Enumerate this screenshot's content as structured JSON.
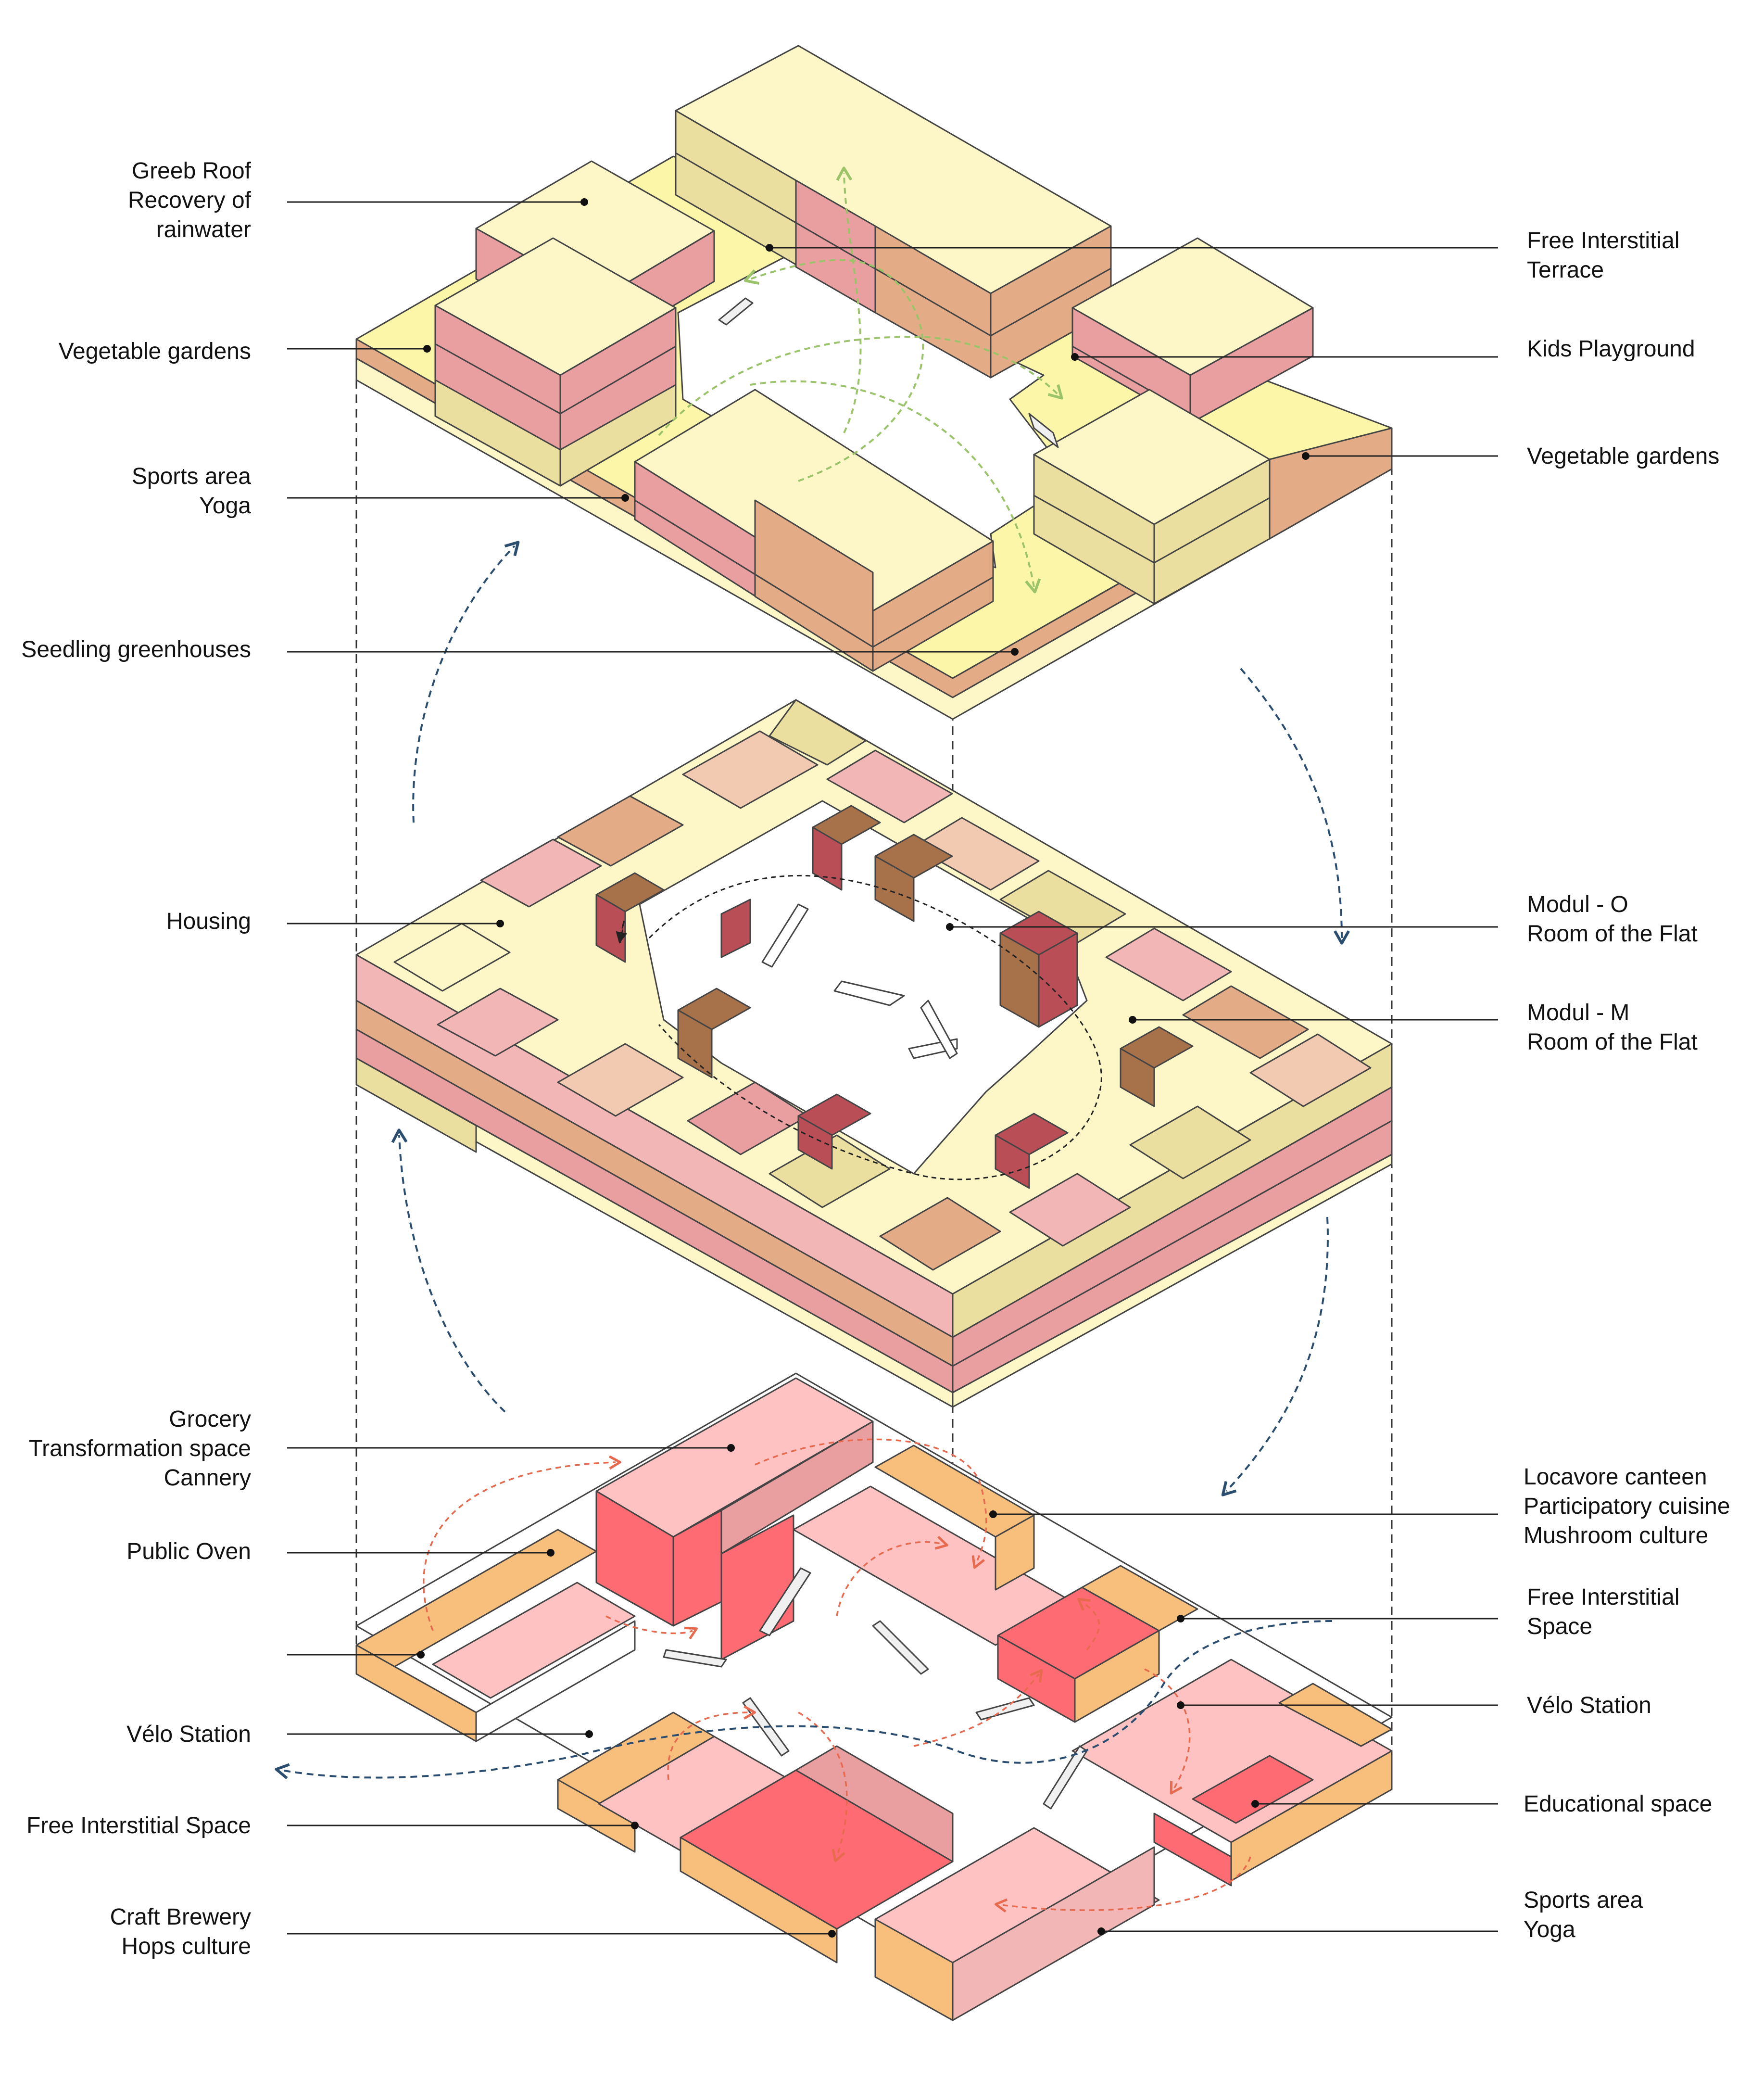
{
  "colors": {
    "pale_yellow": "#fdf7c8",
    "yellow_side": "#ebdf9f",
    "yellow_ground": "#fcf7a8",
    "pink_side": "#e99ea0",
    "pink_light": "#f3b6b6",
    "tan": "#e4ac86",
    "peach": "#f2c9b1",
    "orange": "#f8bf7c",
    "red_strong": "#ff6b73",
    "pink_top": "#ffc2c2",
    "brown": "#a7714a",
    "dark_red": "#b94e57",
    "green_arrow": "#9bc36a",
    "blue_arrow": "#2b4e70",
    "red_arrow": "#e76a4f",
    "line": "#222222"
  },
  "labels": {
    "roof": {
      "green_roof": [
        "Greeb Roof",
        "Recovery of",
        "rainwater"
      ],
      "vegetable_gardens_left": [
        "Vegetable gardens"
      ],
      "sports_area": [
        "Sports area",
        "Yoga"
      ],
      "seedling_greenhouses": [
        "Seedling greenhouses"
      ],
      "free_interstitial_terrace": [
        "Free Interstitial",
        "Terrace"
      ],
      "kids_playground": [
        "Kids Playground"
      ],
      "vegetable_gardens_right": [
        "Vegetable gardens"
      ]
    },
    "housing": {
      "housing": [
        "Housing"
      ],
      "modul_o": [
        "Modul - O",
        "Room of the Flat"
      ],
      "modul_m": [
        "Modul - M",
        "Room of the Flat"
      ]
    },
    "ground": {
      "grocery": [
        "Grocery",
        "Transformation space",
        "Cannery"
      ],
      "public_oven": [
        "Public Oven"
      ],
      "velo_station_left": [
        "Vélo Station"
      ],
      "free_interstitial_space_left": [
        "Free Interstitial Space"
      ],
      "craft_brewery": [
        "Craft Brewery",
        "Hops culture"
      ],
      "locavore_canteen": [
        "Locavore canteen",
        "Participatory cuisine",
        "Mushroom culture"
      ],
      "free_interstitial_space_right": [
        "Free Interstitial",
        "Space"
      ],
      "velo_station_right": [
        "Vélo Station"
      ],
      "educational_space": [
        "Educational space"
      ],
      "sports_area_ground": [
        "Sports area",
        "Yoga"
      ]
    }
  }
}
